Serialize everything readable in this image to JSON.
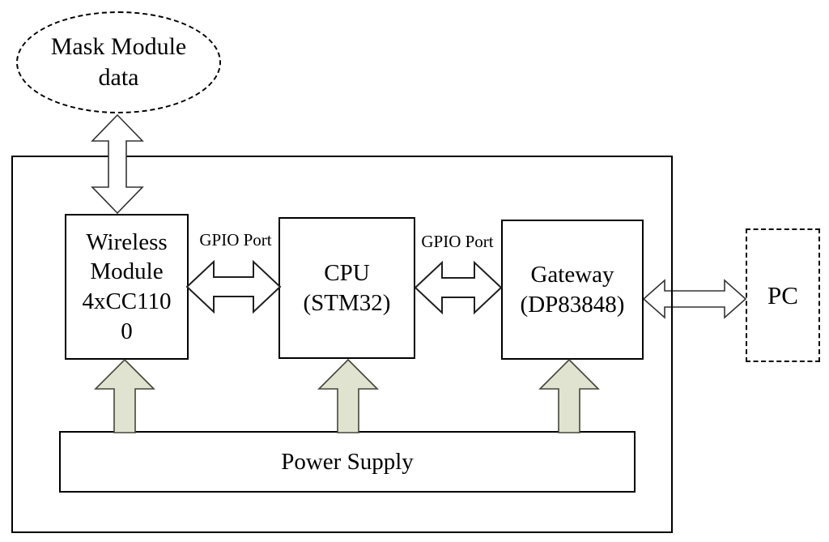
{
  "nodes": {
    "mask_module": {
      "label": "Mask Module\ndata"
    },
    "wireless": {
      "label": "Wireless\nModule\n4xCC110\n0"
    },
    "cpu": {
      "label": "CPU\n(STM32)"
    },
    "gateway": {
      "label": "Gateway\n(DP83848)"
    },
    "pc": {
      "label": "PC"
    },
    "power_supply": {
      "label": "Power Supply"
    }
  },
  "labels": {
    "gpio_left": "GPIO Port",
    "gpio_right": "GPIO Port"
  },
  "colors": {
    "background": "#ffffff",
    "power-arrow-fill": "#dfe3d0",
    "line": "#000000"
  }
}
